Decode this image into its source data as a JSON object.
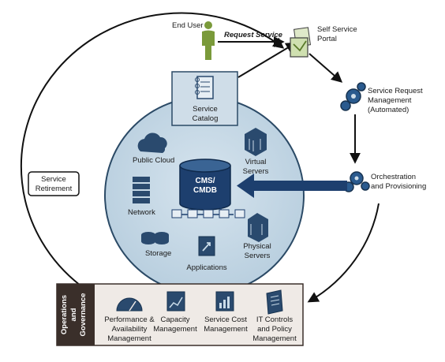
{
  "flow": {
    "end_user": "End User",
    "request_service": "Request Service",
    "self_service_portal": [
      "Self Service",
      "Portal"
    ],
    "service_request_mgmt": [
      "Service Request",
      "Management",
      "(Automated)"
    ],
    "orchestration": [
      "Orchestration",
      "and Provisioning"
    ],
    "service_retirement": [
      "Service",
      "Retirement"
    ]
  },
  "hub": {
    "service_catalog": [
      "Service",
      "Catalog"
    ],
    "cms": [
      "CMS/",
      "CMDB"
    ],
    "public_cloud": "Public Cloud",
    "virtual_servers": [
      "Virtual",
      "Servers"
    ],
    "network": "Network",
    "storage": "Storage",
    "applications": "Applications",
    "physical_servers": [
      "Physical",
      "Servers"
    ]
  },
  "governance": {
    "side_label": [
      "Operations",
      "and",
      "Governance"
    ],
    "items": [
      [
        "Performance &",
        "Availability",
        "Management"
      ],
      [
        "Capacity",
        "Management"
      ],
      [
        "Service Cost",
        "Management"
      ],
      [
        "IT Controls",
        "and Policy",
        "Management"
      ]
    ]
  },
  "colors": {
    "circle_fill": "#c9dbe8",
    "circle_stroke": "#2b4a66",
    "icon_dark": "#2a4a6e",
    "arrow_navy": "#1d3f6e",
    "user_green": "#7a9a3a",
    "governance_bg": "#efeae6",
    "governance_side": "#3a2f2a"
  }
}
